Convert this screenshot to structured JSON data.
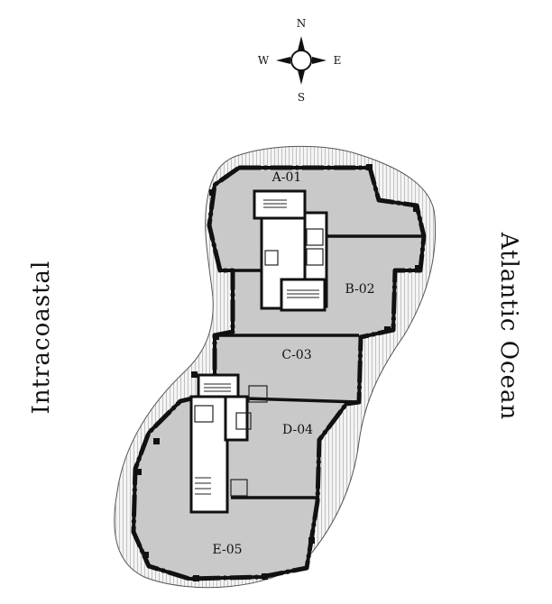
{
  "compass": {
    "n": "N",
    "e": "E",
    "s": "S",
    "w": "W"
  },
  "sides": {
    "west": "Intracoastal",
    "east": "Atlantic Ocean"
  },
  "units": [
    {
      "id": "A-01",
      "label": "A-01"
    },
    {
      "id": "B-02",
      "label": "B-02"
    },
    {
      "id": "C-03",
      "label": "C-03"
    },
    {
      "id": "D-04",
      "label": "D-04"
    },
    {
      "id": "E-05",
      "label": "E-05"
    }
  ],
  "colors": {
    "floor": "#c9c9c9",
    "wall": "#111111",
    "core": "#ffffff",
    "balcony": "#eeeeee"
  }
}
